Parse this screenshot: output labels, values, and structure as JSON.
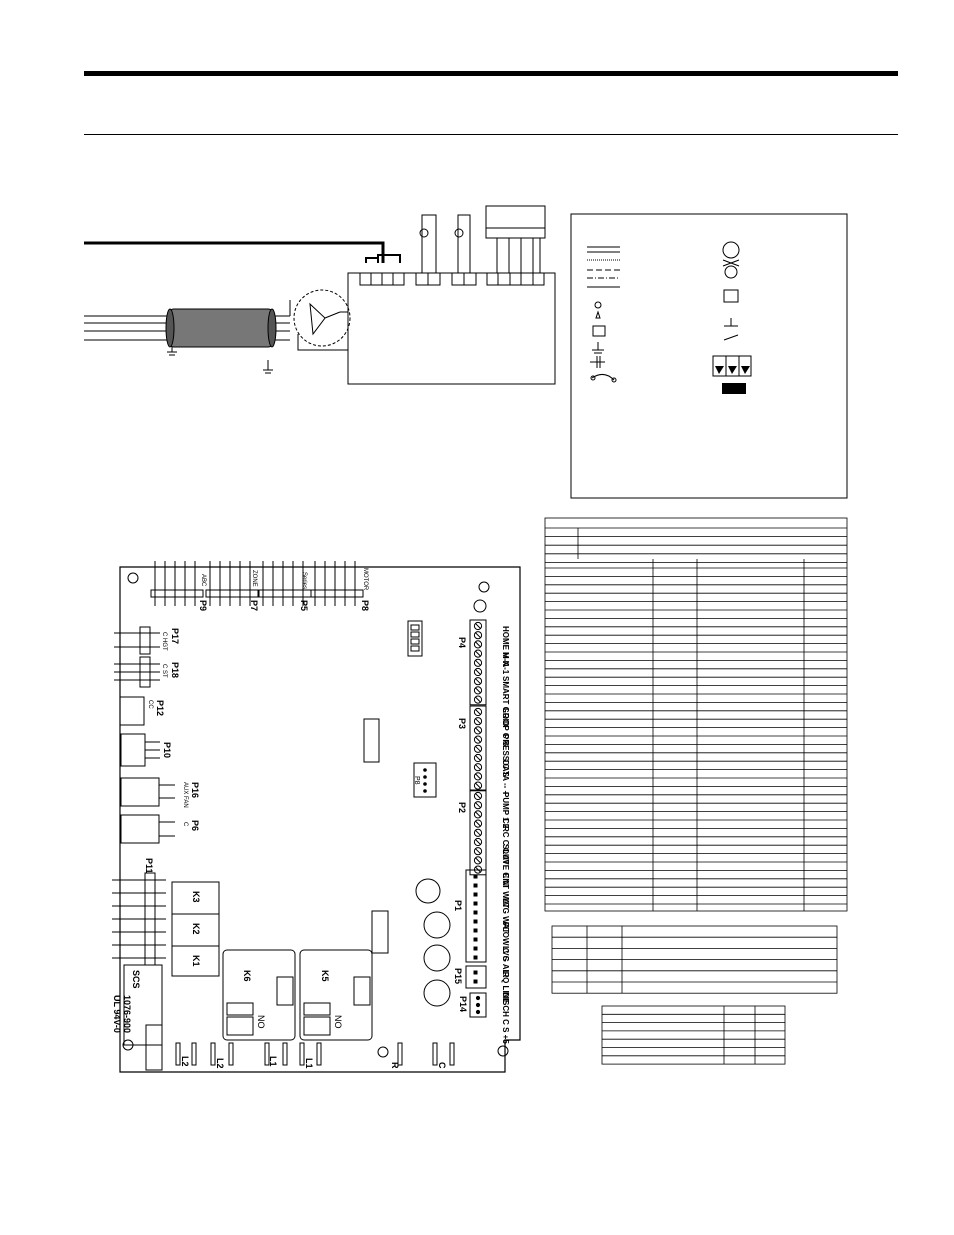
{
  "pinned_headers": [
    {
      "id": "P9",
      "label": "ABC"
    },
    {
      "id": "P7",
      "label": "ZONE"
    },
    {
      "id": "P5",
      "label": "Series"
    },
    {
      "id": "P8",
      "label": "MOTOR"
    }
  ],
  "side_connectors": [
    {
      "id": "P17",
      "sub": "C HGT"
    },
    {
      "id": "P18",
      "sub": "C ST"
    },
    {
      "id": "P12",
      "sub": "CC"
    },
    {
      "id": "P10",
      "sub": ""
    },
    {
      "id": "P16",
      "sub": "AUX FAN"
    },
    {
      "id": "P6",
      "sub": "C"
    },
    {
      "id": "P11",
      "sub": ""
    }
  ],
  "relays": [
    "K3",
    "K2",
    "K1",
    "K6",
    "K5"
  ],
  "relay_contacts": [
    "NO",
    "NO"
  ],
  "board_id": {
    "line1": "SCS",
    "line2": "1076-900",
    "line3": "UL 94V-0"
  },
  "terminal_blocks": [
    {
      "id": "P4",
      "groups": [
        "HOME H-N",
        "M-A-1",
        "SMART GRID"
      ]
    },
    {
      "id": "P3",
      "groups": [
        "LOOP C S",
        "PRESS C S",
        "DATA -- +"
      ]
    },
    {
      "id": "P2",
      "groups": [
        "PUMP 1 2",
        "CIRC C OUT",
        "SLAVE C N"
      ]
    },
    {
      "id": "P1",
      "groups": [
        "ENT WAT",
        "LVG WAT",
        "FLOW C S",
        "LVG AIR"
      ]
    },
    {
      "id": "P15",
      "groups": [
        "LIQ LINE"
      ]
    },
    {
      "id": "P14",
      "groups": [
        "DISCH C S +5"
      ]
    }
  ],
  "small_connector": "P8",
  "bottom_terminals": [
    "L2",
    "L2",
    "L1",
    "L1",
    "R",
    "C"
  ]
}
